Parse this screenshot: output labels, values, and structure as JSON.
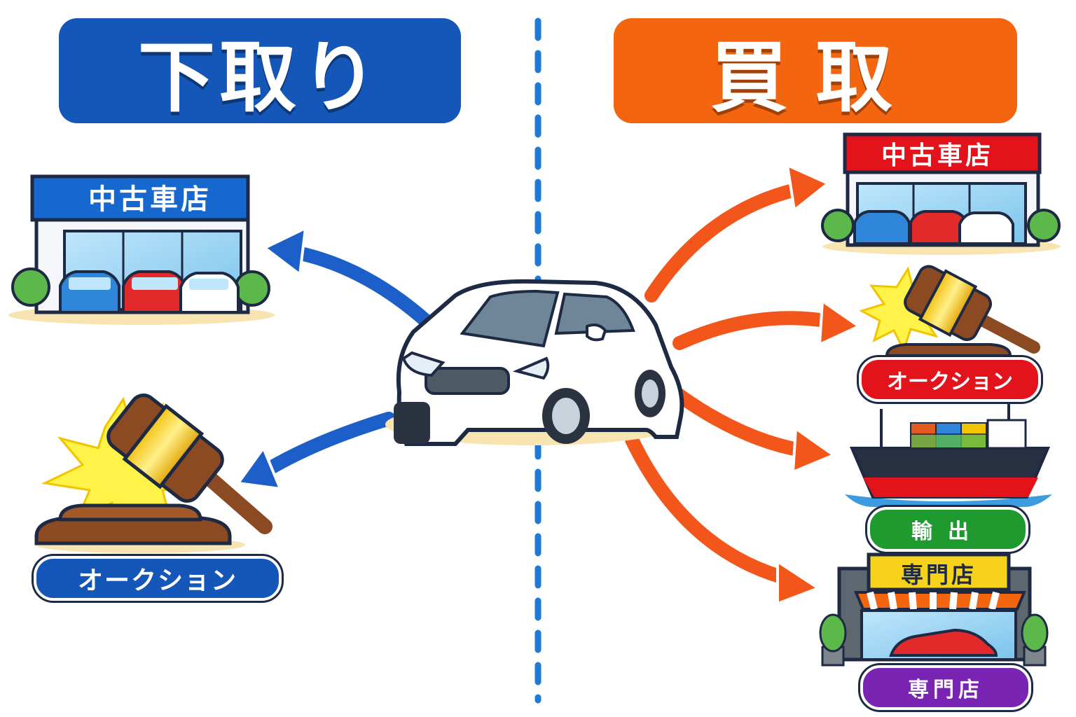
{
  "left": {
    "banner": "下取り",
    "shop_sign": "中古車店",
    "auction_label": "オークション"
  },
  "right": {
    "banner": "買取",
    "shop_sign": "中古車店",
    "auction_label": "オークション",
    "export_label": "輸出",
    "specialty_sign": "専門店",
    "specialty_label": "専門店"
  },
  "colors": {
    "trade_in": "#1457b8",
    "purchase": "#f4650f",
    "auction_red": "#e3131c",
    "export_green": "#1f9a2e",
    "specialty_purple": "#7a24b3",
    "sign_yellow": "#f7d21c"
  },
  "icons": [
    "used-car-shop-icon",
    "auction-gavel-icon",
    "cargo-ship-icon",
    "specialty-shop-icon",
    "white-sedan-icon"
  ]
}
